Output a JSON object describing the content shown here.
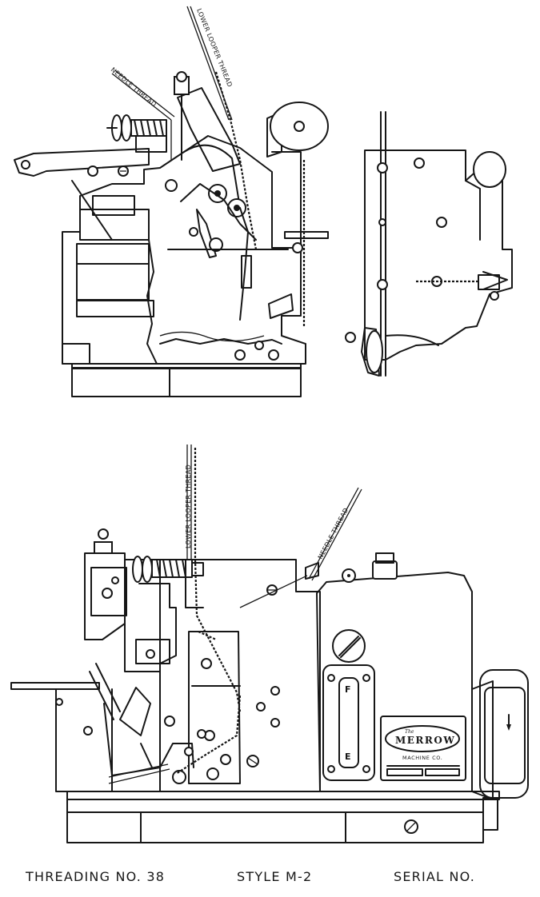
{
  "diagram": {
    "top_view": {
      "labels": {
        "needle_thread": "NEEDLE THREAD",
        "lower_looper_thread": "LOWER LOOPER THREAD"
      }
    },
    "bottom_view": {
      "labels": {
        "lower_looper_thread": "LOWER LOOPER THREAD",
        "needle_thread": "NEEDLE THREAD"
      },
      "nameplate": {
        "prefix": "The",
        "brand": "MERROW",
        "maker": "MACHINE CO."
      },
      "gauge": {
        "top_letter": "F",
        "bottom_letter": "E"
      }
    },
    "caption": {
      "threading": "THREADING  NO. 38",
      "style": "STYLE  M-2",
      "serial": "SERIAL  NO."
    }
  }
}
